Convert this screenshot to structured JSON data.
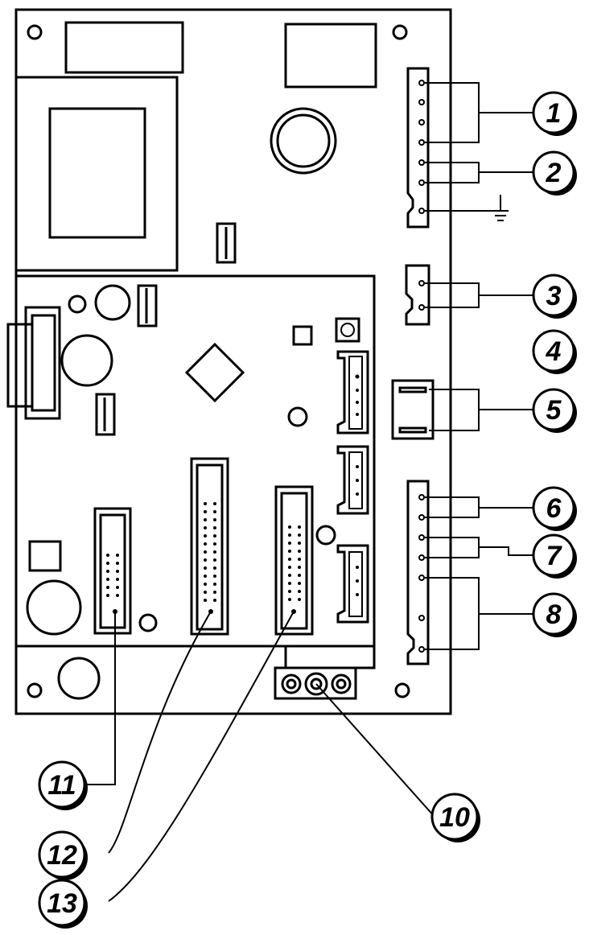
{
  "diagram": {
    "colors": {
      "ink": "#000000",
      "paper": "#ffffff"
    },
    "callouts": [
      {
        "id": "c1",
        "label": "1"
      },
      {
        "id": "c2",
        "label": "2"
      },
      {
        "id": "c3",
        "label": "3"
      },
      {
        "id": "c4",
        "label": "4"
      },
      {
        "id": "c5",
        "label": "5"
      },
      {
        "id": "c6",
        "label": "6"
      },
      {
        "id": "c7",
        "label": "7"
      },
      {
        "id": "c8",
        "label": "8"
      },
      {
        "id": "c10",
        "label": "10"
      },
      {
        "id": "c11",
        "label": "11"
      },
      {
        "id": "c12",
        "label": "12"
      },
      {
        "id": "c13",
        "label": "13"
      }
    ],
    "ground_symbol": "ground-icon"
  }
}
